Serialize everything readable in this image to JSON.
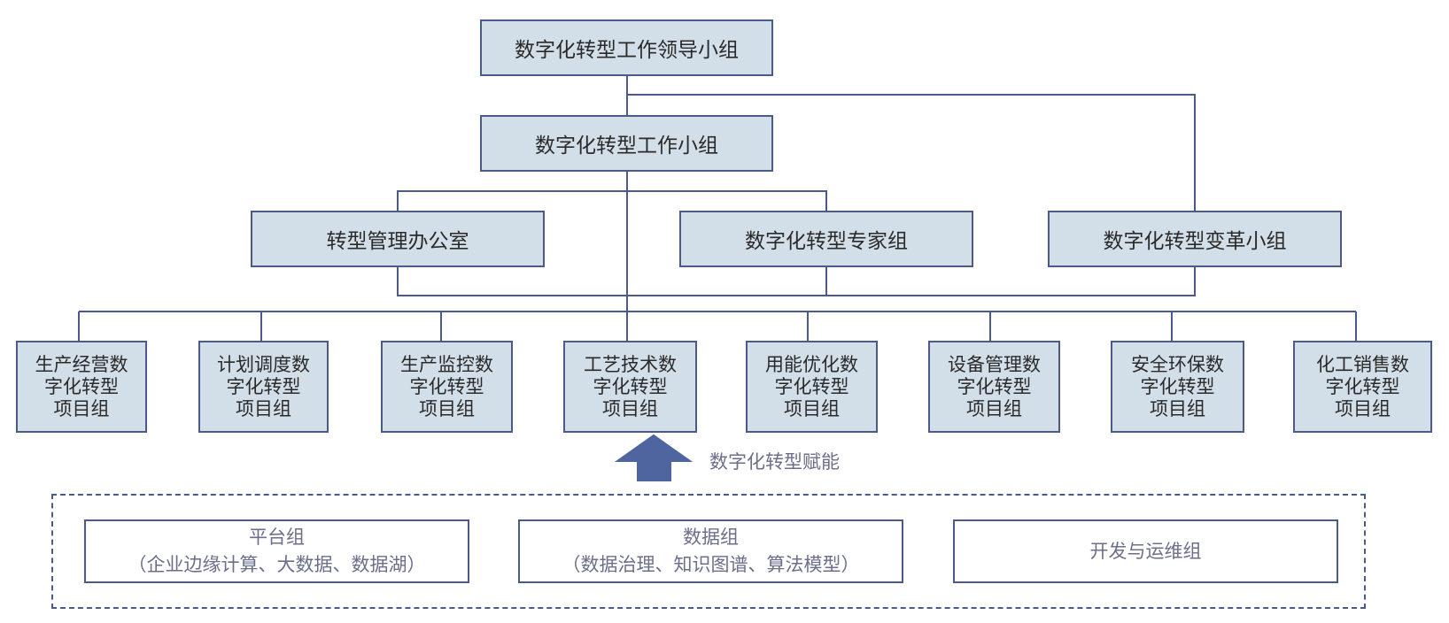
{
  "leadership": "数字化转型工作领导小组",
  "work_group": "数字化转型工作小组",
  "mid_boxes": {
    "office": "转型管理办公室",
    "experts": "数字化转型专家组",
    "reform": "数字化转型变革小组"
  },
  "projects": [
    [
      "生产经营数",
      "字化转型",
      "项目组"
    ],
    [
      "计划调度数",
      "字化转型",
      "项目组"
    ],
    [
      "生产监控数",
      "字化转型",
      "项目组"
    ],
    [
      "工艺技术数",
      "字化转型",
      "项目组"
    ],
    [
      "用能优化数",
      "字化转型",
      "项目组"
    ],
    [
      "设备管理数",
      "字化转型",
      "项目组"
    ],
    [
      "安全环保数",
      "字化转型",
      "项目组"
    ],
    [
      "化工销售数",
      "字化转型",
      "项目组"
    ]
  ],
  "enablement_label": "数字化转型赋能",
  "platform_groups": [
    {
      "name": "平台组",
      "detail": "（企业边缘计算、大数据、数据湖）"
    },
    {
      "name": "数据组",
      "detail": "（数据治理、知识图谱、算法模型）"
    },
    {
      "name": "开发与运维组",
      "detail": ""
    }
  ],
  "colors": {
    "box_fill": "#d3dfe8",
    "border": "#4b5a88",
    "line": "#4b5a88",
    "arrow": "#4f65a0",
    "muted_text": "#6b6f8a"
  }
}
